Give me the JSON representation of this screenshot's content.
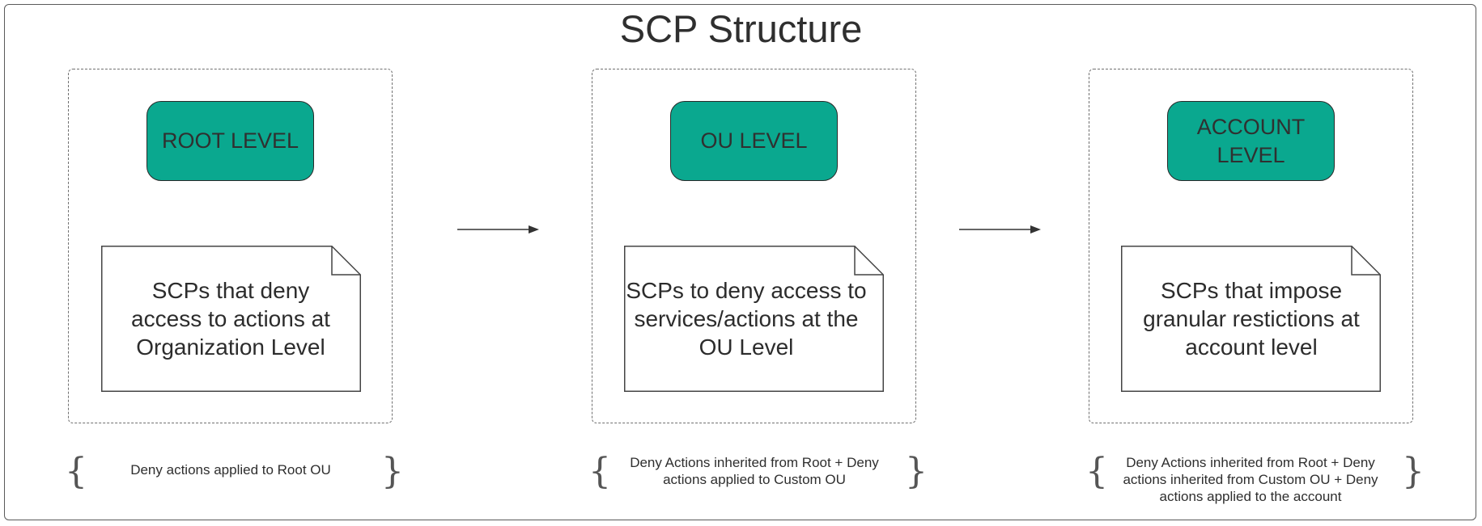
{
  "title": "SCP Structure",
  "levels": [
    {
      "label": "ROOT LEVEL",
      "note": "SCPs that deny access to actions at Organization Level",
      "caption": "Deny actions applied to Root OU"
    },
    {
      "label": "OU LEVEL",
      "note": "SCPs to deny access to services/actions at the OU Level",
      "caption": "Deny Actions inherited from Root + Deny actions applied to Custom OU"
    },
    {
      "label": "ACCOUNT LEVEL",
      "note": "SCPs that impose granular restictions at account level",
      "caption": "Deny Actions inherited from Root + Deny actions inherited from Custom OU + Deny actions applied to the account"
    }
  ],
  "colors": {
    "level_fill": "#0aa88f",
    "border": "#5a5a5a",
    "text": "#333333"
  }
}
